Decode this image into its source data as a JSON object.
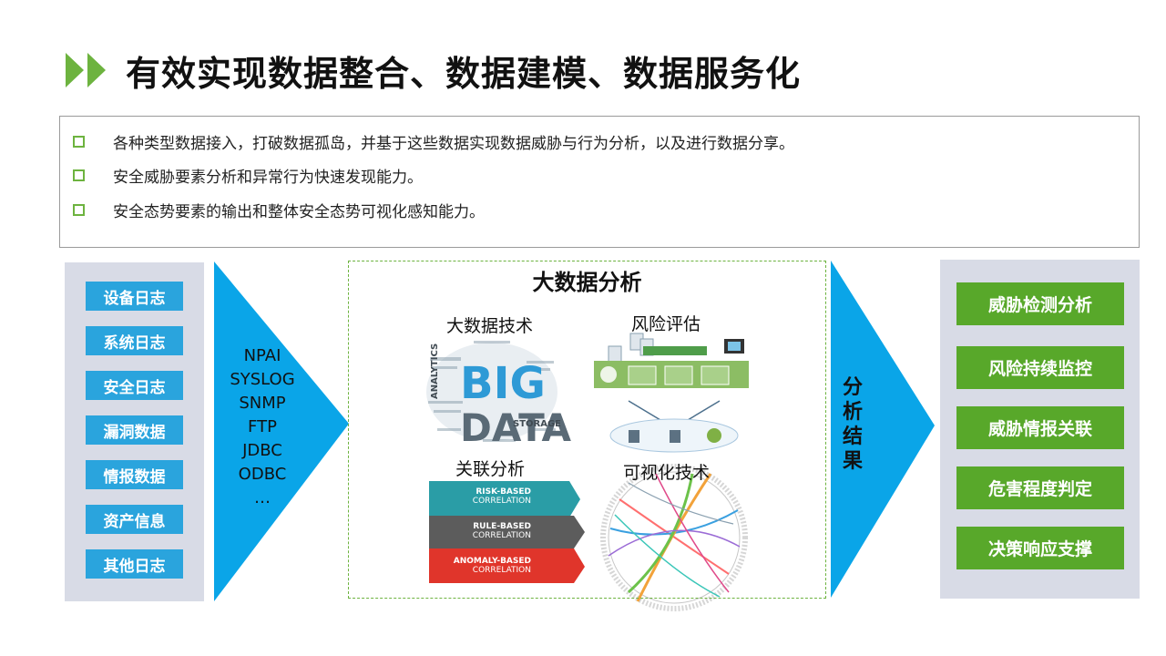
{
  "title": "有效实现数据整合、数据建模、数据服务化",
  "bullets": [
    "各种类型数据接入，打破数据孤岛，并基于这些数据实现数据威胁与行为分析，以及进行数据分享。",
    "安全威胁要素分析和异常行为快速发现能力。",
    "安全态势要素的输出和整体安全态势可视化感知能力。"
  ],
  "sources": [
    "设备日志",
    "系统日志",
    "安全日志",
    "漏洞数据",
    "情报数据",
    "资产信息",
    "其他日志"
  ],
  "protocols": [
    "NPAI",
    "SYSLOG",
    "SNMP",
    "FTP",
    "JDBC",
    "ODBC",
    "…"
  ],
  "analysis": {
    "title": "大数据分析",
    "big_data_tech": {
      "label": "大数据技术",
      "cloud_big": "BIG",
      "cloud_data": "DATA",
      "cloud_analytics": "ANALYTICS",
      "cloud_storage": "STORAGE"
    },
    "risk_assessment": {
      "label": "风险评估"
    },
    "correlation": {
      "label": "关联分析",
      "bands": [
        {
          "line1": "RISK-BASED",
          "line2": "CORRELATION",
          "color": "#2a9da6"
        },
        {
          "line1": "RULE-BASED",
          "line2": "CORRELATION",
          "color": "#5c5c5c"
        },
        {
          "line1": "ANOMALY-BASED",
          "line2": "CORRELATION",
          "color": "#e0352b"
        }
      ]
    },
    "visualization": {
      "label": "可视化技术"
    }
  },
  "result_label": [
    "分",
    "析",
    "结",
    "果"
  ],
  "results": [
    "威胁检测分析",
    "风险持续监控",
    "威胁情报关联",
    "危害程度判定",
    "决策响应支撑"
  ],
  "colors": {
    "accent_green": "#6db33f",
    "result_green": "#58a82a",
    "source_blue": "#2aa4dd",
    "arrow_blue": "#0aa5e8",
    "panel_grey": "#d8dbe6"
  }
}
